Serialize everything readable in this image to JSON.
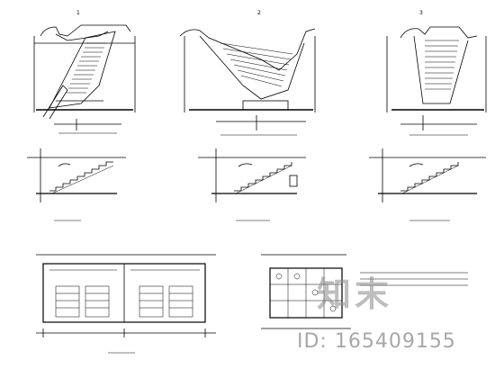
{
  "sheet": {
    "sections": [
      {
        "id": "sec-1",
        "label": "1"
      },
      {
        "id": "sec-2",
        "label": "2"
      },
      {
        "id": "sec-3",
        "label": "3"
      }
    ],
    "watermark": {
      "brand": "知末",
      "id_text": "ID: 165409155"
    }
  },
  "colors": {
    "line": "#000000",
    "watermark": "#8a8a8a"
  }
}
